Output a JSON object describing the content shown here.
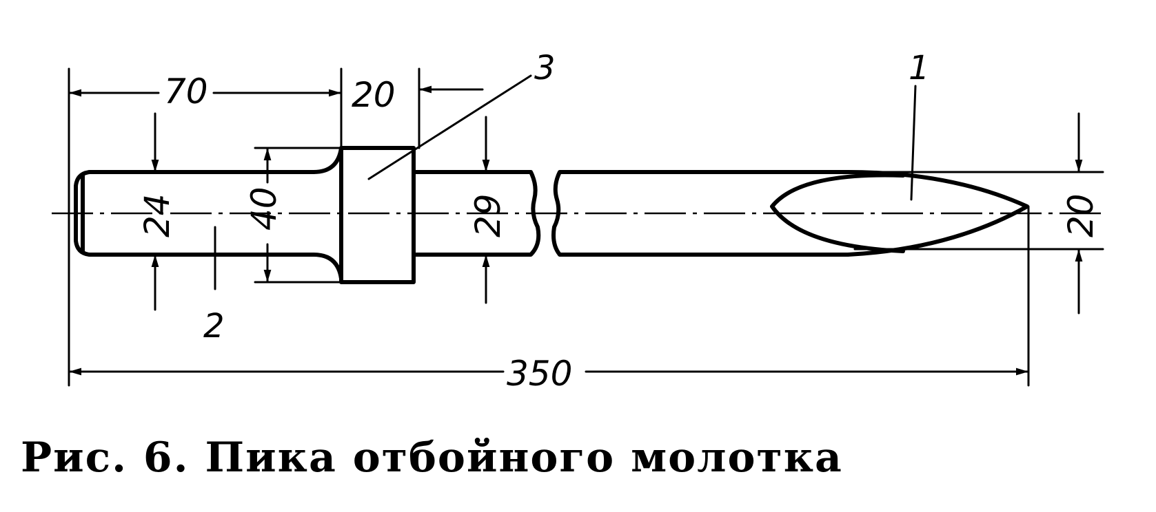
{
  "dimensions": {
    "left_part_length": "70",
    "collar_width": "20",
    "total_length": "350",
    "shank_diameter": "24",
    "collar_diameter": "40",
    "neck_diameter": "29",
    "tip_section": "20"
  },
  "callouts": {
    "part_1": "1",
    "part_2": "2",
    "part_3": "3"
  },
  "caption": "Рис. 6. Пика отбойного молотка",
  "colors": {
    "ink": "#000000",
    "paper": "#ffffff"
  }
}
